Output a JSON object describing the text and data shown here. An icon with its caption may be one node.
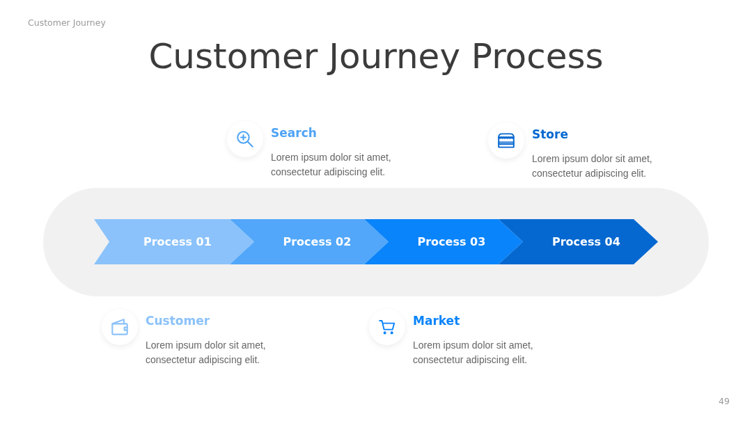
{
  "diagram": {
    "title": "Customer Journey Process",
    "nodes": [
      {
        "text": [
          "Search",
          "Lorem ipsum dolor sit amet, consectetur adipiscing elit."
        ]
      },
      {
        "text": [
          "Store",
          "Lorem ipsum dolor sit amet, consectetur adipiscing elit."
        ]
      },
      {
        "text": [],
        "shape": "band"
      },
      {
        "text": [
          "Process 01"
        ],
        "in": 2
      },
      {
        "text": [
          "Process 02"
        ],
        "in": 2
      },
      {
        "text": [
          "Process 03"
        ],
        "in": 2
      },
      {
        "text": [
          "Process 04"
        ],
        "in": 2
      },
      {
        "text": [
          "Customer",
          "Lorem ipsum dolor sit amet, consectetur adipiscing elit."
        ]
      },
      {
        "text": [
          "Market",
          "Lorem ipsum dolor sit amet, consectetur adipiscing elit."
        ]
      }
    ],
    "labels": [
      "Customer Journey",
      "49"
    ]
  }
}
